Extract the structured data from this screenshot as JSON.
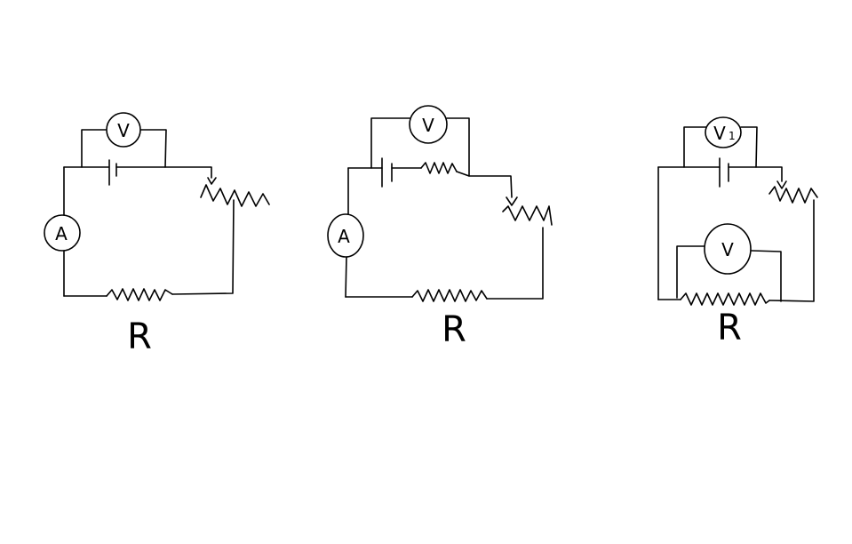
{
  "circuits": [
    {
      "ammeter": "A",
      "voltmeter": "V",
      "resistor_label": "R"
    },
    {
      "ammeter": "A",
      "voltmeter": "V",
      "resistor_label": "R"
    },
    {
      "voltmeter_top": "V",
      "voltmeter_top_subscript": "1",
      "voltmeter": "V",
      "resistor_label": "R"
    }
  ],
  "colors": {
    "ink": "#000000",
    "background": "#ffffff"
  }
}
